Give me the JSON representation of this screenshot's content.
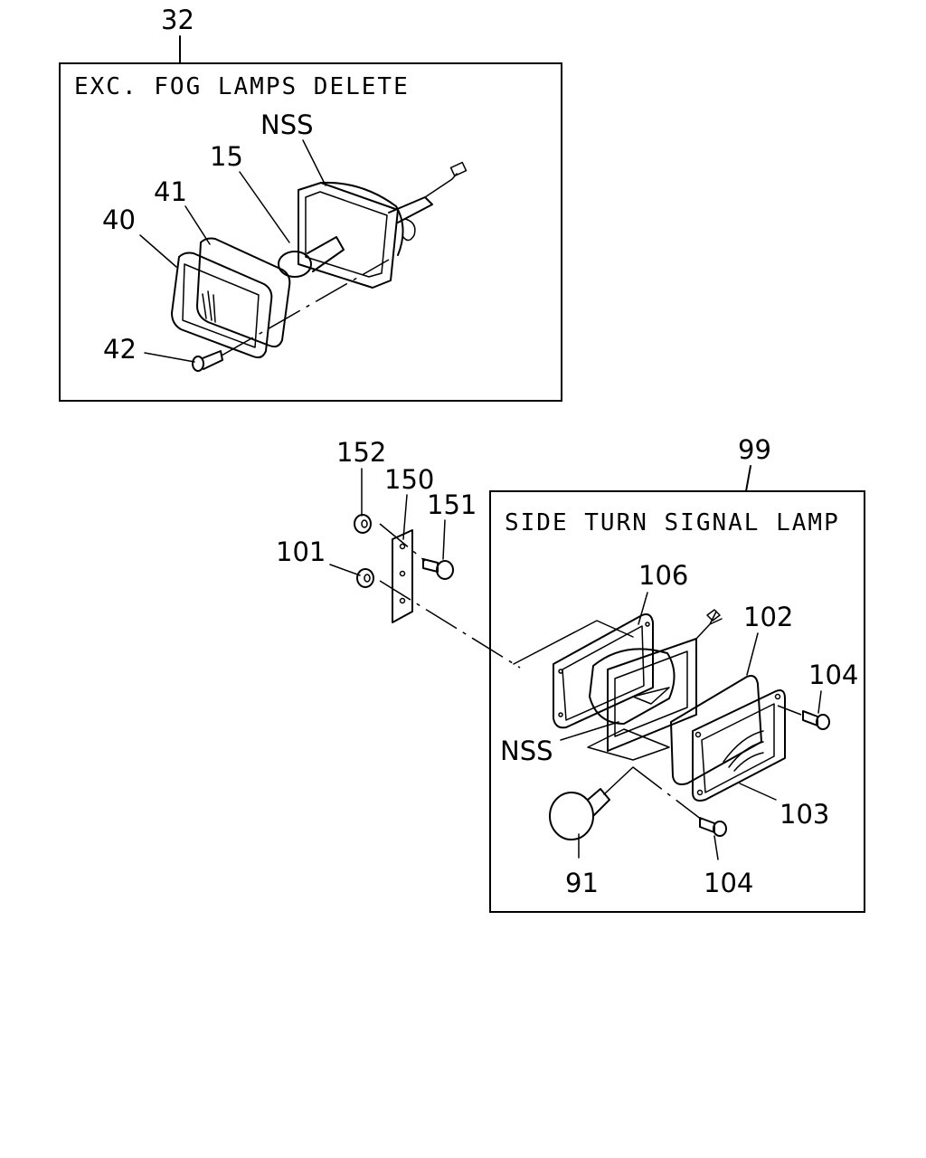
{
  "fog_lamp_group": {
    "callout": "32",
    "caption": "EXC. FOG LAMPS DELETE",
    "parts": {
      "nss": "NSS",
      "bulb": "15",
      "gasket": "41",
      "lens": "40",
      "screw": "42"
    }
  },
  "bracket_parts": {
    "nut_152": "152",
    "bracket_150": "150",
    "bolt_151": "151",
    "nut_101": "101"
  },
  "side_turn_group": {
    "callout": "99",
    "caption": "SIDE TURN SIGNAL LAMP",
    "parts": {
      "housing": "106",
      "gasket": "102",
      "screw_top": "104",
      "nss": "NSS",
      "lens": "103",
      "bulb": "91",
      "screw_bottom": "104"
    }
  }
}
